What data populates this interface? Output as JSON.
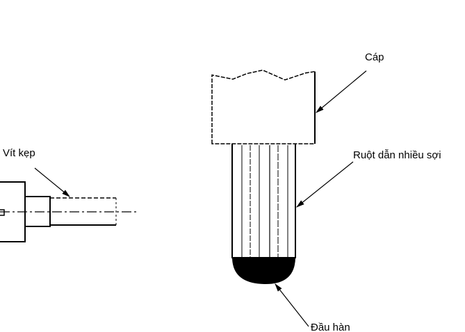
{
  "labels": {
    "cable": "Cáp",
    "stranded_conductor": "Ruột dẫn nhiều sợi",
    "clamp_screw": "Vít kẹp",
    "solder_tip": "Đầu hàn"
  }
}
